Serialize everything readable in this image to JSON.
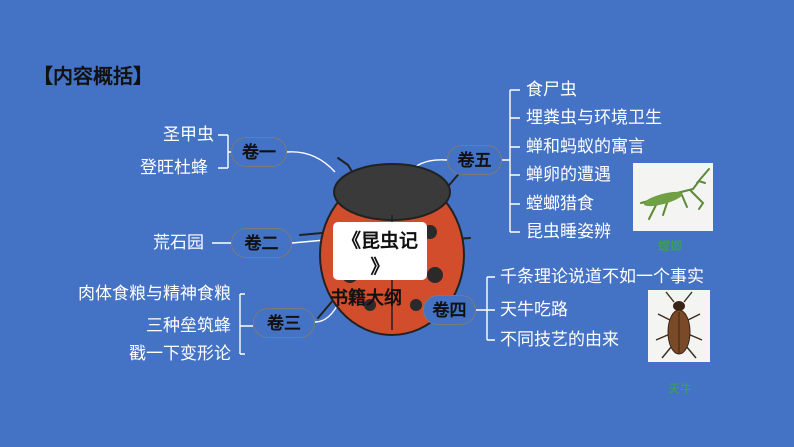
{
  "heading": "【内容概括】",
  "center": {
    "title_line1": "《昆虫记",
    "title_line2": "》",
    "subtitle": "书籍大纲"
  },
  "volumes": {
    "v1": {
      "label": "卷一",
      "items": [
        "圣甲虫",
        "登旺杜蜂"
      ]
    },
    "v2": {
      "label": "卷二",
      "items": [
        "荒石园"
      ]
    },
    "v3": {
      "label": "卷三",
      "items": [
        "肉体食粮与精神食粮",
        "三种垒筑蜂",
        "戳一下变形论"
      ]
    },
    "v4": {
      "label": "卷四",
      "items": [
        "千条理论说道不如一个事实",
        "天牛吃路",
        "不同技艺的由来"
      ]
    },
    "v5": {
      "label": "卷五",
      "items": [
        "食尸虫",
        "埋粪虫与环境卫生",
        "蝉和蚂蚁的寓言",
        "蝉卵的遭遇",
        "螳螂猎食",
        "昆虫睡姿辨"
      ]
    }
  },
  "images": {
    "mantis": {
      "caption": "螳螂"
    },
    "longhorn": {
      "caption": "天牛"
    }
  },
  "colors": {
    "background": "#4472c4",
    "text": "#ffffff",
    "label_text": "#111111",
    "caption": "#39a845"
  }
}
